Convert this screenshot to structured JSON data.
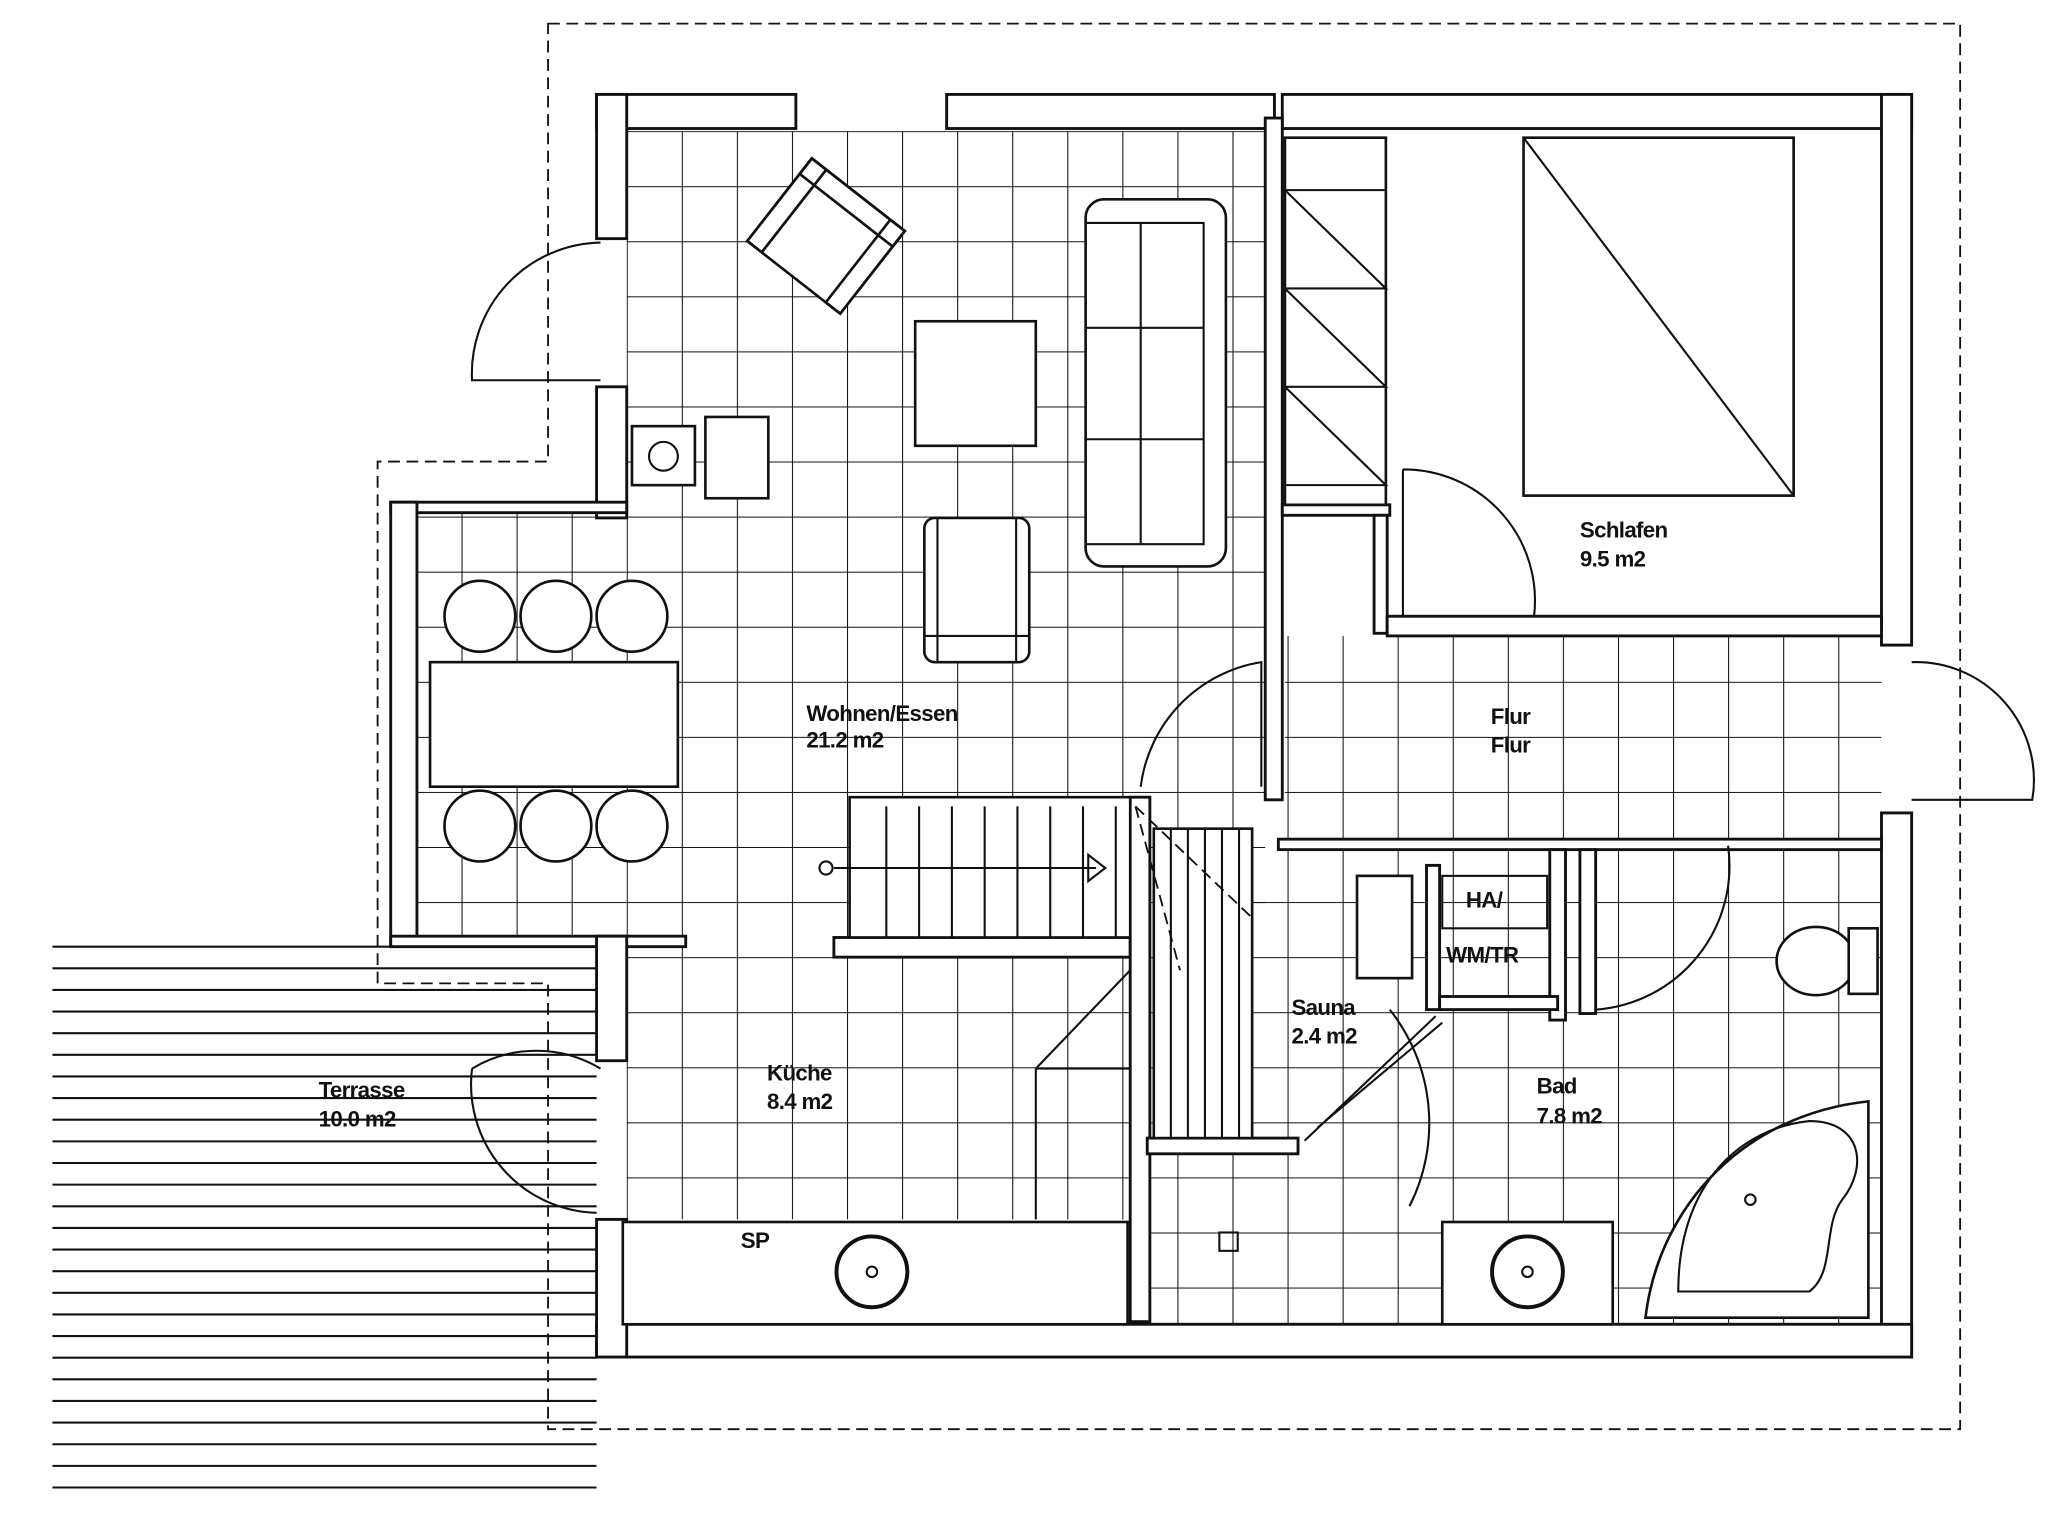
{
  "rooms": {
    "wohnen": {
      "name": "Wohnen/Essen",
      "area": "21.2 m2"
    },
    "schlafen": {
      "name": "Schlafen",
      "area": "9.5 m2"
    },
    "flur": {
      "name": "Flur",
      "name2": "Flur"
    },
    "ha": {
      "line1": "HA/",
      "line2": "WM/TR"
    },
    "sauna": {
      "name": "Sauna",
      "area": "2.4 m2"
    },
    "kueche": {
      "name": "Küche",
      "area": "8.4 m2"
    },
    "bad": {
      "name": "Bad",
      "area": "7.8 m2"
    },
    "terrasse": {
      "name": "Terrasse",
      "area": "10.0 m2"
    },
    "sp": {
      "name": "SP"
    }
  },
  "colors": {
    "ink": "#111111",
    "paper": "#ffffff"
  }
}
